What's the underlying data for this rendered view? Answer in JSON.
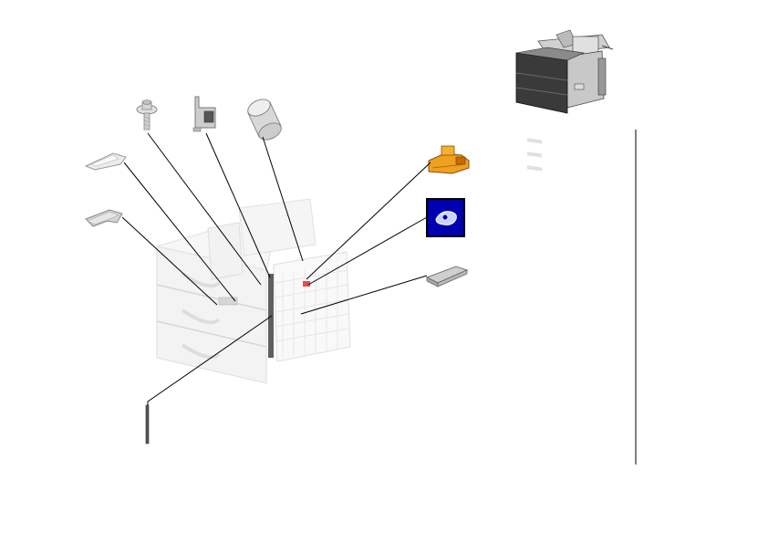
{
  "title": "",
  "parts": [
    {
      "id": "handle-cover-upper",
      "label": ""
    },
    {
      "id": "handle-cover-lower",
      "label": ""
    },
    {
      "id": "screw",
      "label": ""
    },
    {
      "id": "bracket",
      "label": ""
    },
    {
      "id": "roller-sleeve",
      "label": ""
    },
    {
      "id": "connector-orange",
      "label": ""
    },
    {
      "id": "sensor-blue",
      "label": ""
    },
    {
      "id": "pad-gray",
      "label": ""
    },
    {
      "id": "rail-rod",
      "label": ""
    }
  ],
  "colors": {
    "connector": "#f0a020",
    "connector_dark": "#c07000",
    "sensor_bg": "#0000b0",
    "sensor_frame": "#000000",
    "highlight_red": "#e03030",
    "pad": "#b8b8b8",
    "ghost_frame": "#e6e6e6",
    "divider": "#000000"
  }
}
